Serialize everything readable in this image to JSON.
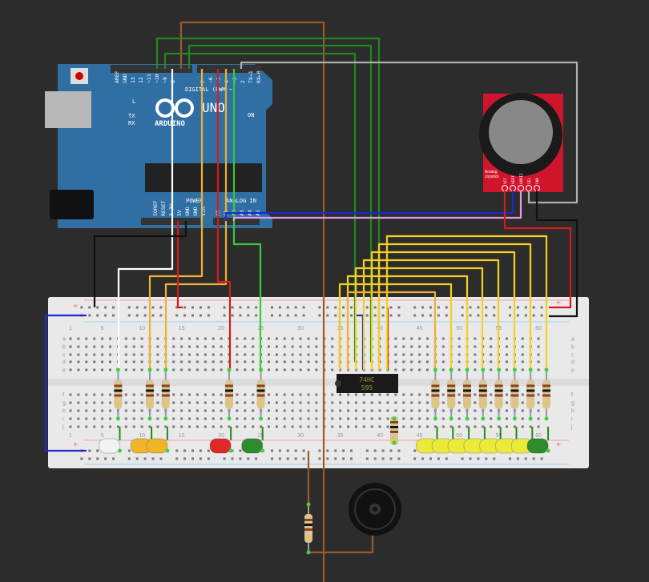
{
  "arduino": {
    "brand": "ARDUINO",
    "model": "UNO",
    "digital_label": "DIGITAL (PWM ~)",
    "power_label": "POWER",
    "analog_label": "ANALOG IN",
    "led_l": "L",
    "led_tx": "TX",
    "led_rx": "RX",
    "led_on": "ON",
    "top_pins": [
      "AREF",
      "GND",
      "13",
      "12",
      "~11",
      "~10",
      "~9",
      "8"
    ],
    "top_pins2": [
      "7",
      "~6",
      "~5",
      "4",
      "~3",
      "2",
      "TX→1",
      "RX←0"
    ],
    "bottom_pins": [
      "IOREF",
      "RESET",
      "3.3V",
      "5V",
      "GND",
      "GND",
      "Vin"
    ],
    "analog_pins": [
      "A0",
      "A1",
      "A2",
      "A3",
      "A4",
      "A5"
    ],
    "board_color": "#2f6fa3"
  },
  "chip": {
    "line1": "74HC",
    "line2": "595"
  },
  "joystick": {
    "title1": "Analog",
    "title2": "Joystick",
    "pins": [
      "VCC",
      "VERT",
      "HORIZ",
      "SEL",
      "GND"
    ],
    "board_color": "#d0142c"
  },
  "breadboard": {
    "rows_top": [
      "a",
      "b",
      "c",
      "d",
      "e"
    ],
    "rows_bottom": [
      "f",
      "g",
      "h",
      "i",
      "j"
    ],
    "column_numbers": [
      "1",
      "5",
      "10",
      "15",
      "20",
      "25",
      "30",
      "35",
      "40",
      "45",
      "50",
      "55",
      "60"
    ],
    "plus": "+",
    "minus": "-"
  },
  "leds": {
    "left": [
      {
        "color": "#f2f2f2"
      },
      {
        "color": "#f0b429"
      },
      {
        "color": "#f0b429"
      },
      {
        "color": "#e02828"
      },
      {
        "color": "#2e8b2e"
      }
    ],
    "right": [
      {
        "color": "#eaea3a"
      },
      {
        "color": "#eaea3a"
      },
      {
        "color": "#eaea3a"
      },
      {
        "color": "#eaea3a"
      },
      {
        "color": "#eaea3a"
      },
      {
        "color": "#eaea3a"
      },
      {
        "color": "#eaea3a"
      },
      {
        "color": "#2e8b2e"
      }
    ]
  },
  "wire_colors": {
    "green": "#1f8a1f",
    "brown": "#9a5a2a",
    "white": "#ffffff",
    "orange": "#f0b030",
    "red": "#d41c1c",
    "lime": "#3cc83c",
    "gray": "#b0b0b0",
    "black": "#111111",
    "blue": "#1a2ccc",
    "pink": "#e89ae8",
    "yellow": "#f5d020"
  }
}
